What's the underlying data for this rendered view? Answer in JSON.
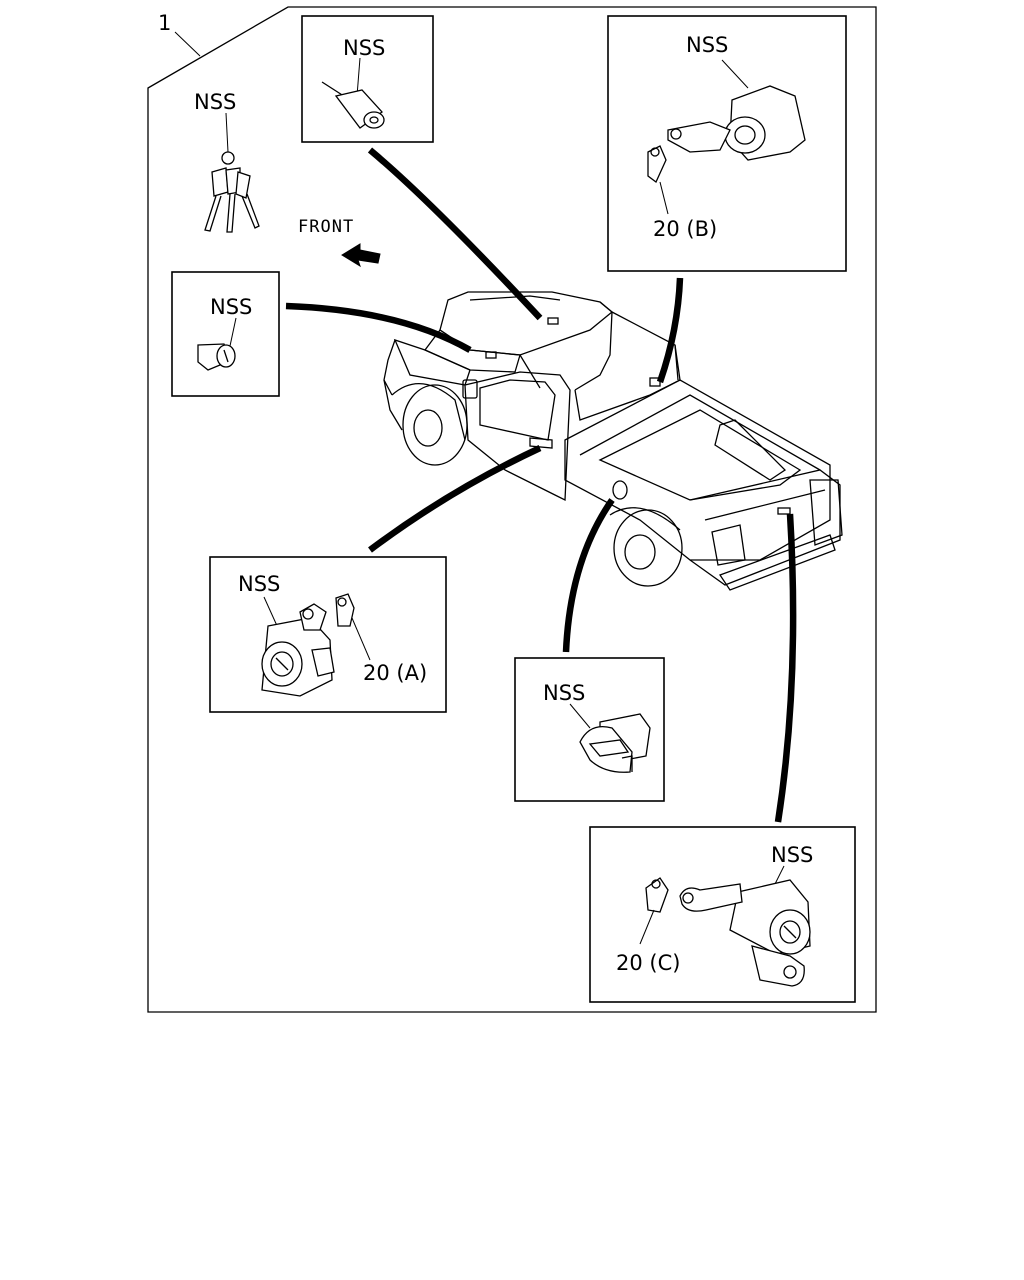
{
  "assembly": {
    "ref_number": "1",
    "direction_label": "FRONT"
  },
  "parts": {
    "keys": {
      "label": "NSS",
      "icon": "key-set-icon"
    },
    "ignition_cylinder": {
      "label": "NSS",
      "icon": "ignition-cylinder-icon"
    },
    "rear_gate_lock": {
      "label": "NSS",
      "ref": "20 (B)",
      "icon": "lock-cylinder-icon"
    },
    "glove_box_cylinder": {
      "label": "NSS",
      "icon": "lock-cylinder-icon"
    },
    "front_door_lock": {
      "label": "NSS",
      "ref": "20 (A)",
      "icon": "door-lock-cylinder-icon"
    },
    "fuel_lid_lock": {
      "label": "NSS",
      "icon": "fuel-lid-lock-icon"
    },
    "tailgate_lock": {
      "label": "NSS",
      "ref": "20 (C)",
      "icon": "tailgate-lock-icon"
    }
  }
}
